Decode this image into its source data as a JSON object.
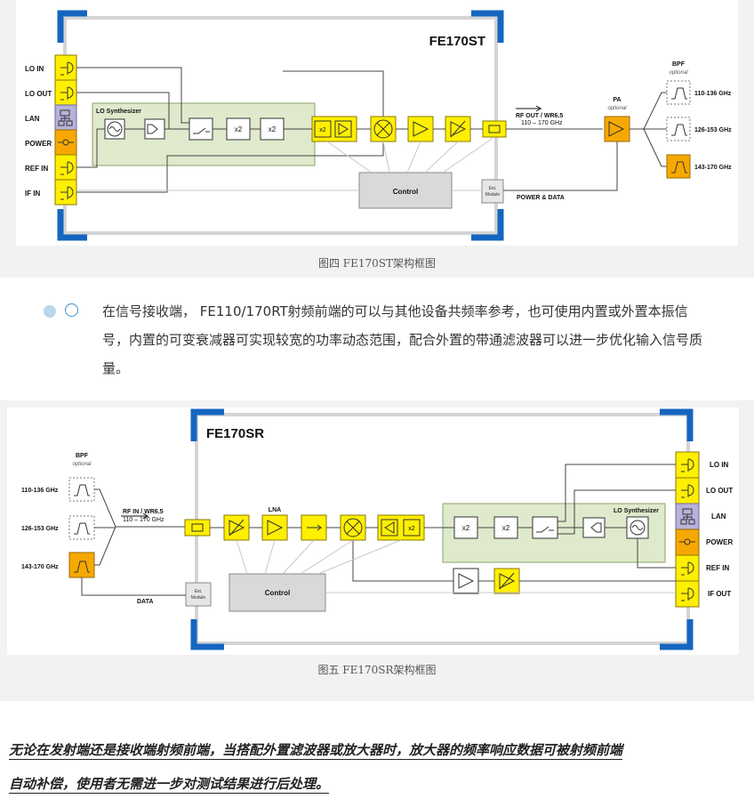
{
  "figure1": {
    "model": "FE170ST",
    "ports": [
      "LO IN",
      "LO OUT",
      "LAN",
      "POWER",
      "REF IN",
      "IF IN"
    ],
    "lo_synth_label": "LO Synthesizer",
    "x2": "x2",
    "control": "Control",
    "ext_module_line1": "Ext.",
    "ext_module_line2": "Module",
    "rf_out_label": "RF OUT / WR6.5",
    "freq_range": "110 – 170 GHz",
    "pa_label": "PA",
    "optional": "optional",
    "bpf_label": "BPF",
    "bands": [
      "110-136 GHz",
      "126-153 GHz",
      "143-170 GHz"
    ],
    "power_data": "POWER & DATA",
    "caption": "图四 FE170ST架构框图"
  },
  "paragraph": "在信号接收端， FE110/170RT射频前端的可以与其他设备共频率参考，也可使用内置或外置本振信号，内置的可变衰减器可实现较宽的功率动态范围，配合外置的带通滤波器可以进一步优化输入信号质量。",
  "figure2": {
    "model": "FE170SR",
    "ports": [
      "LO IN",
      "LO OUT",
      "LAN",
      "POWER",
      "REF IN",
      "IF OUT"
    ],
    "lo_synth_label": "LO Synthesizer",
    "x2": "x2",
    "lna_label": "LNA",
    "control": "Control",
    "ext_module_line1": "Ext.",
    "ext_module_line2": "Module",
    "rf_in_label": "RF IN / WR6.5",
    "freq_range": "110 – 170 GHz",
    "bpf_label": "BPF",
    "optional": "optional",
    "bands": [
      "110-136 GHz",
      "126-153 GHz",
      "143-170 GHz"
    ],
    "data_label": "DATA",
    "caption": "图五 FE170SR架构框图"
  },
  "bottom_line1": "无论在发射端还是接收端射频前端，当搭配外置滤波器或放大器时，放大器的频率响应数据可被射频前端",
  "bottom_line2": "自动补偿，使用者无需进一步对测试结果进行后处理。",
  "colors": {
    "yellow": "#ffef00",
    "orange": "#f7a800",
    "green_box": "#dfe9cc",
    "blue_corner": "#1565c0",
    "lan_purple": "#b7b2d9"
  }
}
